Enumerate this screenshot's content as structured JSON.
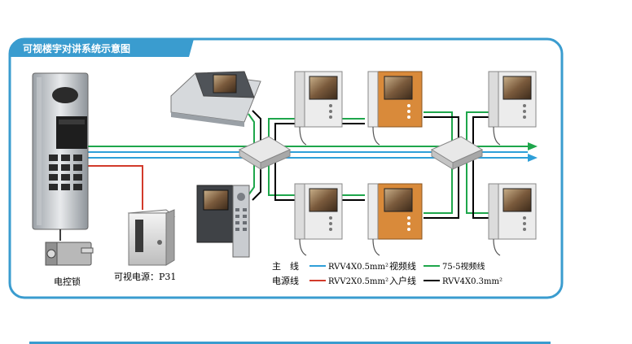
{
  "title": "可视楼宇对讲系统示意图",
  "labels": {
    "electric_lock": "电控锁",
    "power_supply": "可视电源：P31"
  },
  "legend": [
    {
      "name": "主　线",
      "color": "#2e9fd8",
      "spec": "RVV4X0.5mm²"
    },
    {
      "name": "电源线",
      "color": "#d23a2b",
      "spec": "RVV2X0.5mm²"
    },
    {
      "name": "视频线",
      "color": "#1ea64b",
      "spec": "75-5视频线"
    },
    {
      "name": "入户线",
      "color": "#000000",
      "spec": "RVV4X0.3mm²"
    }
  ],
  "colors": {
    "frame": "#3a9ccf",
    "main_line": "#2e9fd8",
    "power_line": "#d23a2b",
    "video_line": "#1ea64b",
    "home_line": "#000000"
  },
  "icons": [
    "door-panel-icon",
    "electric-lock-icon",
    "power-supply-icon",
    "desk-monitor-icon",
    "keypad-monitor-icon",
    "handset-monitor-icon",
    "junction-box-icon",
    "arrow-icon"
  ]
}
